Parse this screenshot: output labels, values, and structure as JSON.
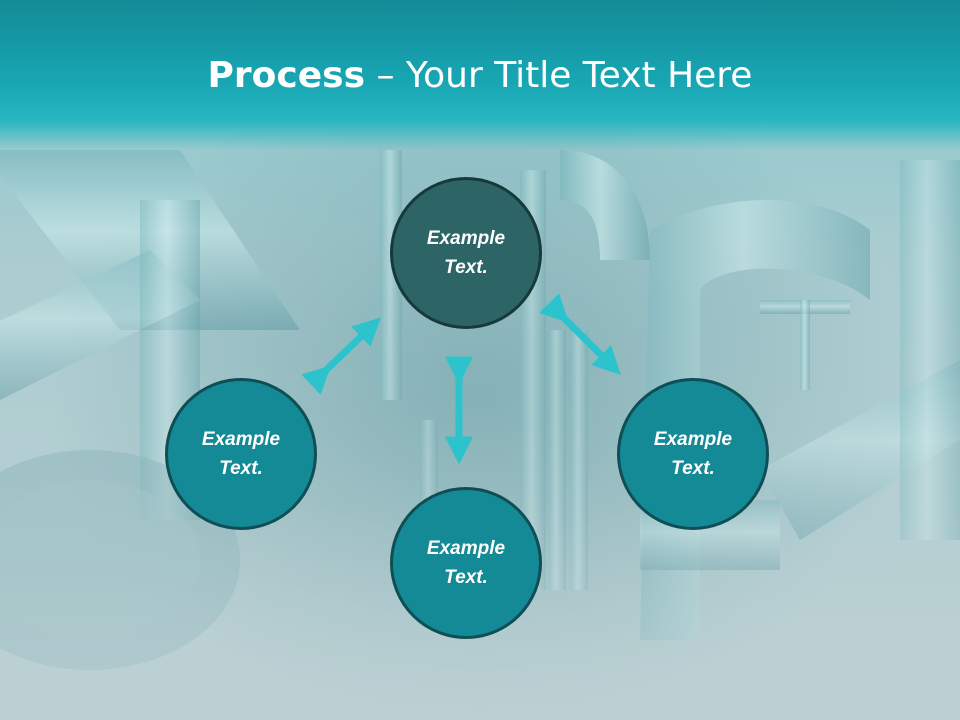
{
  "slide": {
    "title_bold": "Process",
    "title_dash": " – ",
    "title_rest": "Your Title Text Here"
  },
  "diagram": {
    "nodes": [
      {
        "id": "top",
        "line1": "Example",
        "line2": "Text."
      },
      {
        "id": "left",
        "line1": "Example",
        "line2": "Text."
      },
      {
        "id": "right",
        "line1": "Example",
        "line2": "Text."
      },
      {
        "id": "bottom",
        "line1": "Example",
        "line2": "Text."
      }
    ]
  },
  "colors": {
    "title_bar": "#18a6b3",
    "node_fill": "#148a97",
    "node_highlight_fill": "#2d6466",
    "node_border": "#0f4e55",
    "arrow": "#2cc3cc"
  },
  "background": "industrial-pipes-photo"
}
